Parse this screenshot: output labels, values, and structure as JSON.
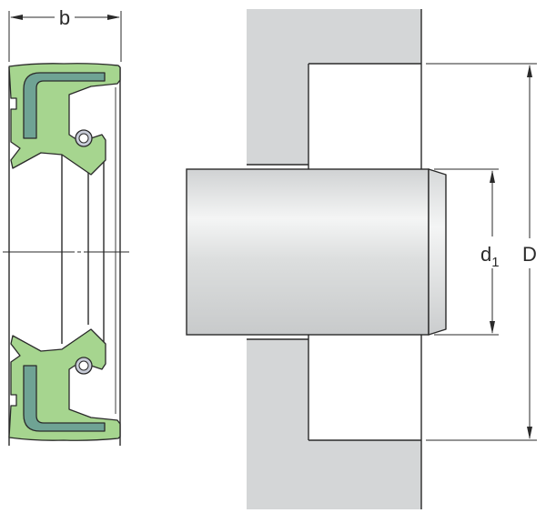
{
  "diagram": {
    "type": "technical-drawing",
    "subject": "radial shaft seal installation",
    "labels": {
      "width": "b",
      "shaft_diameter": "d",
      "shaft_diameter_sub": "1",
      "housing_bore_diameter": "D"
    },
    "colors": {
      "seal_rubber": "#a6d58f",
      "seal_insert": "#6fa394",
      "spring": "#c8ccd8",
      "housing": "#d4d6d7",
      "shaft_light": "#f2f3f3",
      "shaft_dark": "#c9cbcc",
      "line": "#2a2a2a"
    },
    "components": [
      "seal-cross-section",
      "housing",
      "shaft",
      "dimension-lines"
    ]
  }
}
